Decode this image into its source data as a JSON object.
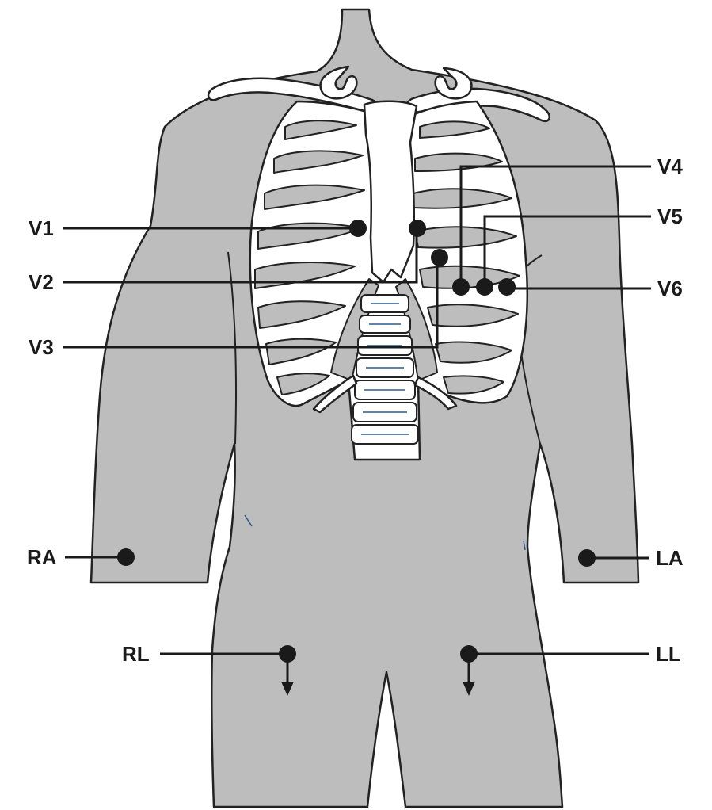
{
  "colors": {
    "body": "#bdbdbd",
    "outline": "#222222",
    "bone": "#ffffff",
    "electrode": "#1a1a1a",
    "lead_line": "#1a1a1a",
    "vertebra_accent": "#2b5a8a"
  },
  "leads": {
    "v1": "V1",
    "v2": "V2",
    "v3": "V3",
    "v4": "V4",
    "v5": "V5",
    "v6": "V6",
    "ra": "RA",
    "la": "LA",
    "rl": "RL",
    "ll": "LL"
  }
}
